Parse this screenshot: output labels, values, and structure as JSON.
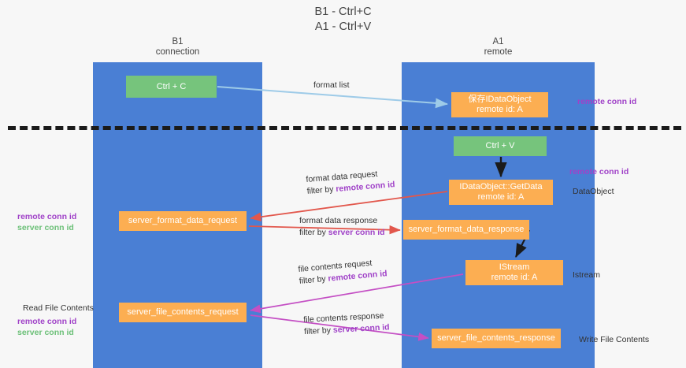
{
  "title": {
    "line1": "B1 - Ctrl+C",
    "line2": "A1 - Ctrl+V"
  },
  "lanes": [
    {
      "id": "b1",
      "name": "B1",
      "role": "connection"
    },
    {
      "id": "a1",
      "name": "A1",
      "role": "remote"
    }
  ],
  "boxes": {
    "ctrl_c": {
      "label": "Ctrl + C",
      "color": "#76c47c"
    },
    "idataobject": {
      "line1": "保存IDataObject",
      "line2": "remote id: A",
      "color": "#fcae52"
    },
    "ctrl_v": {
      "label": "Ctrl + V",
      "color": "#76c47c"
    },
    "getdata": {
      "line1": "IDataObject::GetData",
      "line2": "remote id: A",
      "color": "#fcae52"
    },
    "server_format_data_request": {
      "label": "server_format_data_request",
      "color": "#fcae52"
    },
    "server_format_data_response": {
      "label": "server_format_data_response",
      "color": "#fcae52"
    },
    "istream": {
      "line1": "IStream",
      "line2": "remote id: A",
      "color": "#fcae52"
    },
    "server_file_contents_request": {
      "label": "server_file_contents_request",
      "color": "#fcae52"
    },
    "server_file_contents_response": {
      "label": "server_file_contents_response",
      "color": "#fcae52"
    }
  },
  "edge_labels": {
    "format_list": {
      "text": "format list"
    },
    "format_data_request": {
      "line1": "format data request",
      "filter_prefix": "filter by ",
      "filter_key": "remote conn id"
    },
    "format_data_response": {
      "line1": "format data response",
      "filter_prefix": "filter by ",
      "filter_key": "server conn id"
    },
    "file_contents_request": {
      "line1": "file contents request",
      "filter_prefix": "filter by ",
      "filter_key": "remote conn id"
    },
    "file_contents_response": {
      "line1": "file contents response",
      "filter_prefix": "filter by ",
      "filter_key": "server conn id"
    }
  },
  "side_labels": {
    "remote_conn_id_top": "remote conn id",
    "remote_conn_id_mid": "remote conn id",
    "dataobject": "DataObject",
    "istream": "Istream",
    "write_file_contents": "Write File Contents",
    "read_file_contents": "Read File Contents",
    "left_remote_conn_id_1": "remote conn id",
    "left_server_conn_id_1": "server conn id",
    "left_remote_conn_id_2": "remote conn id",
    "left_server_conn_id_2": "server conn id"
  },
  "colors": {
    "lane": "#4a7fd4",
    "green_box": "#76c47c",
    "orange_box": "#fcae52",
    "purple_text": "#a042c8",
    "green_text": "#6cc078",
    "arrow_blue": "#9ecbe8",
    "arrow_red": "#e2574c",
    "arrow_magenta": "#c44fc4",
    "arrow_black": "#1b1b1b",
    "background": "#f7f7f7"
  }
}
